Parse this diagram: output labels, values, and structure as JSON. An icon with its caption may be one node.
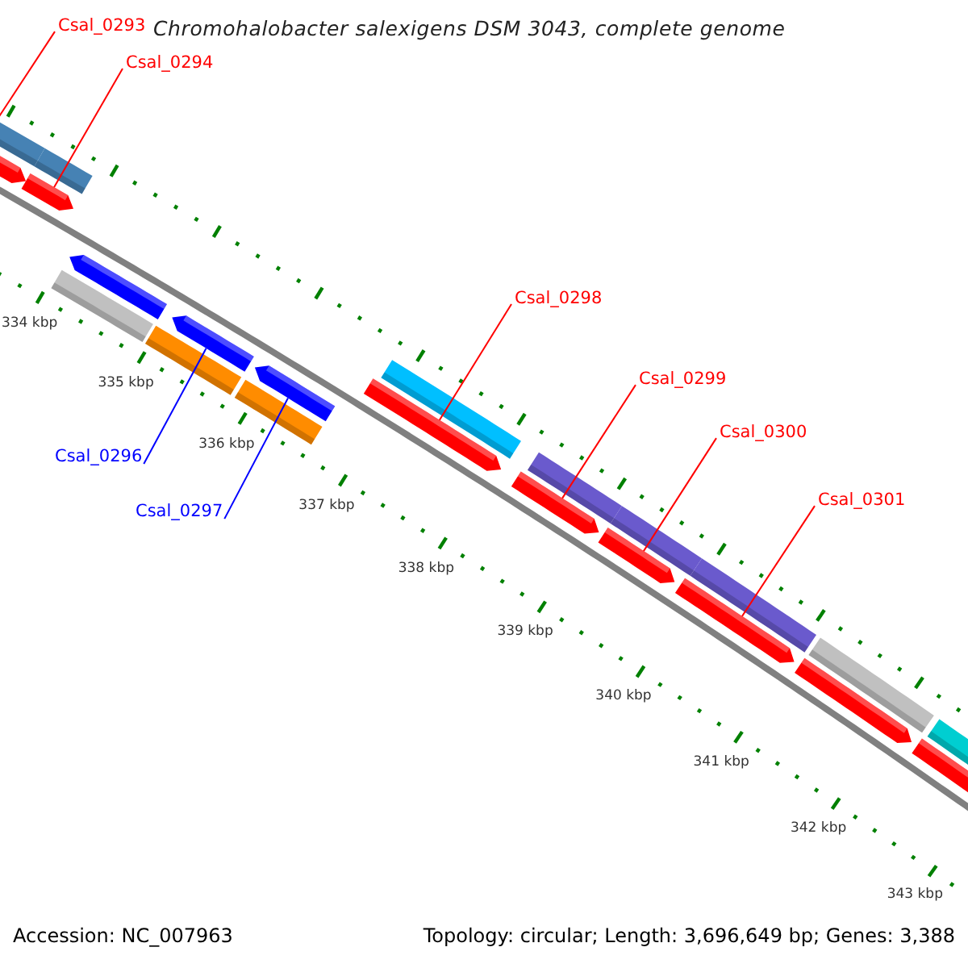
{
  "diagram": {
    "title": "Chromohalobacter salexigens DSM 3043, complete genome",
    "nodes": [
      {
        "text": [
          "Csal_0293"
        ]
      },
      {
        "text": [
          "Csal_0294"
        ]
      },
      {
        "text": [
          "Csal_0298"
        ]
      },
      {
        "text": [
          "Csal_0299"
        ]
      },
      {
        "text": [
          "Csal_0300"
        ]
      },
      {
        "text": [
          "Csal_0296"
        ]
      },
      {
        "text": [
          "Csal_0301"
        ]
      },
      {
        "text": [
          "Csal_0297"
        ]
      },
      {
        "text": [],
        "shape": "bar"
      },
      {
        "text": [],
        "shape": "bar"
      },
      {
        "text": [],
        "shape": "bar"
      },
      {
        "text": [],
        "shape": "bar"
      },
      {
        "text": [],
        "shape": "bar"
      },
      {
        "text": [],
        "shape": "bar"
      },
      {
        "text": [],
        "shape": "bar"
      },
      {
        "text": [],
        "shape": "bar"
      },
      {
        "text": [],
        "shape": "bar"
      },
      {
        "text": [],
        "shape": "bar"
      },
      {
        "text": [],
        "shape": "bar"
      }
    ],
    "edges": [
      {
        "from": 0,
        "to": 8,
        "arrow": "none"
      },
      {
        "from": 1,
        "to": 9,
        "arrow": "none"
      },
      {
        "from": 2,
        "to": 13,
        "arrow": "none"
      },
      {
        "from": 3,
        "to": 14,
        "arrow": "none"
      },
      {
        "from": 4,
        "to": 15,
        "arrow": "none"
      },
      {
        "from": 5,
        "to": 11,
        "arrow": "none",
        "color": "#0000ff"
      },
      {
        "from": 6,
        "to": 16,
        "arrow": "none"
      },
      {
        "from": 7,
        "to": 12,
        "arrow": "none",
        "color": "#0000ff"
      }
    ],
    "labels": [
      "334 kbp",
      "335 kbp",
      "336 kbp",
      "337 kbp",
      "338 kbp",
      "339 kbp",
      "340 kbp",
      "341 kbp",
      "342 kbp",
      "343 kbp",
      "Accession: NC_007963",
      "Topology: circular; Length: 3,696,649 bp; Genes: 3,388"
    ]
  }
}
